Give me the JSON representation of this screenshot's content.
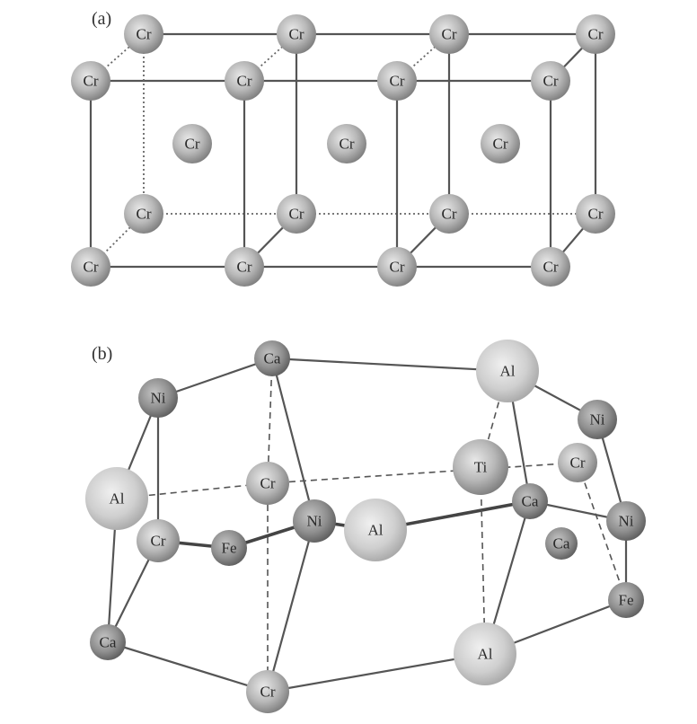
{
  "panels": [
    {
      "label": "(a)",
      "atoms": [
        {
          "id": "a_bk0",
          "el": "Cr"
        },
        {
          "id": "a_bk1",
          "el": "Cr"
        },
        {
          "id": "a_bk2",
          "el": "Cr"
        },
        {
          "id": "a_bk3",
          "el": "Cr"
        },
        {
          "id": "a_ft0",
          "el": "Cr"
        },
        {
          "id": "a_ft1",
          "el": "Cr"
        },
        {
          "id": "a_ft2",
          "el": "Cr"
        },
        {
          "id": "a_ft3",
          "el": "Cr"
        },
        {
          "id": "a_bb0",
          "el": "Cr"
        },
        {
          "id": "a_bb1",
          "el": "Cr"
        },
        {
          "id": "a_bb2",
          "el": "Cr"
        },
        {
          "id": "a_bb3",
          "el": "Cr"
        },
        {
          "id": "a_fb0",
          "el": "Cr"
        },
        {
          "id": "a_fb1",
          "el": "Cr"
        },
        {
          "id": "a_fb2",
          "el": "Cr"
        },
        {
          "id": "a_fb3",
          "el": "Cr"
        },
        {
          "id": "a_c0",
          "el": "Cr"
        },
        {
          "id": "a_c1",
          "el": "Cr"
        },
        {
          "id": "a_c2",
          "el": "Cr"
        }
      ]
    },
    {
      "label": "(b)",
      "atoms": [
        {
          "id": "b_ca_top",
          "el": "Ca"
        },
        {
          "id": "b_al_topr",
          "el": "Al"
        },
        {
          "id": "b_ni_l",
          "el": "Ni"
        },
        {
          "id": "b_ni_r",
          "el": "Ni"
        },
        {
          "id": "b_al_l",
          "el": "Al"
        },
        {
          "id": "b_cr_c",
          "el": "Cr"
        },
        {
          "id": "b_ti",
          "el": "Ti"
        },
        {
          "id": "b_cr_r",
          "el": "Cr"
        },
        {
          "id": "b_ca_mid",
          "el": "Ca"
        },
        {
          "id": "b_ni_c",
          "el": "Ni"
        },
        {
          "id": "b_al_c",
          "el": "Al"
        },
        {
          "id": "b_ni_rr",
          "el": "Ni"
        },
        {
          "id": "b_cr_l",
          "el": "Cr"
        },
        {
          "id": "b_fe_c",
          "el": "Fe"
        },
        {
          "id": "b_ca_r",
          "el": "Ca"
        },
        {
          "id": "b_fe_r",
          "el": "Fe"
        },
        {
          "id": "b_ca_bl",
          "el": "Ca"
        },
        {
          "id": "b_al_b",
          "el": "Al"
        },
        {
          "id": "b_cr_b",
          "el": "Cr"
        }
      ]
    }
  ],
  "colors": {
    "atom_fill": "#b9b9b9",
    "atom_dark": "#8c8c8c",
    "atom_light": "#e6e6e6",
    "bond": "#555555"
  }
}
